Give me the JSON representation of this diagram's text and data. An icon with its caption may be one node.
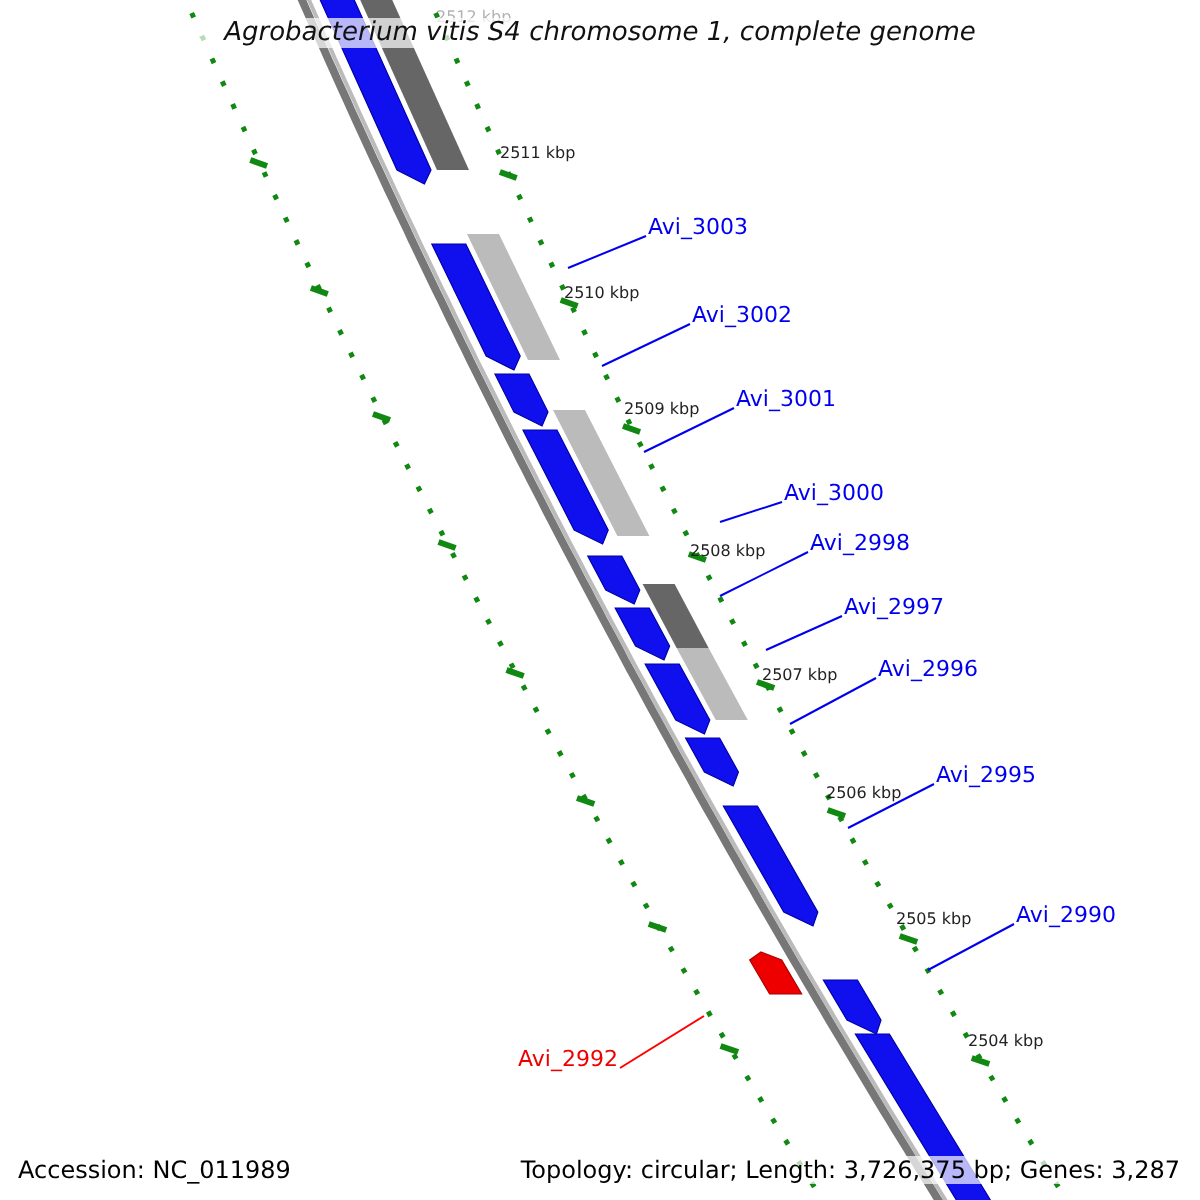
{
  "diagram": {
    "title": "Agrobacterium vitis S4 chromosome 1, complete genome",
    "nodes": [
      {
        "text": [
          "Avi_3003"
        ]
      },
      {
        "text": [
          "Avi_3002"
        ]
      },
      {
        "text": [
          "Avi_3001"
        ]
      },
      {
        "text": [
          "Avi_3000"
        ]
      },
      {
        "text": [
          "Avi_2998"
        ]
      },
      {
        "text": [
          "Avi_2997"
        ]
      },
      {
        "text": [
          "Avi_2996"
        ]
      },
      {
        "text": [
          "Avi_2995"
        ]
      },
      {
        "text": [
          "Avi_2990"
        ]
      },
      {
        "text": [
          "Avi_2992"
        ]
      }
    ],
    "edges": [
      {
        "from": 0,
        "to": null,
        "arrow": "none"
      },
      {
        "from": 1,
        "to": null,
        "arrow": "none"
      },
      {
        "from": 2,
        "to": null,
        "arrow": "none"
      },
      {
        "from": 3,
        "to": null,
        "arrow": "none"
      },
      {
        "from": 4,
        "to": null,
        "arrow": "none"
      },
      {
        "from": 5,
        "to": null,
        "arrow": "none"
      },
      {
        "from": 6,
        "to": null,
        "arrow": "none"
      },
      {
        "from": 7,
        "to": null,
        "arrow": "none"
      },
      {
        "from": 8,
        "to": null,
        "arrow": "none"
      },
      {
        "from": 9,
        "to": null,
        "arrow": "none",
        "color": "#ff0000"
      }
    ],
    "labels": [
      "2512 kbp",
      "2511 kbp",
      "2510 kbp",
      "2509 kbp",
      "2508 kbp",
      "2507 kbp",
      "2506 kbp",
      "2505 kbp",
      "2504 kbp",
      "Accession: NC_011989",
      "Topology: circular; Length: 3,726,375 bp; Genes: 3,287"
    ]
  }
}
